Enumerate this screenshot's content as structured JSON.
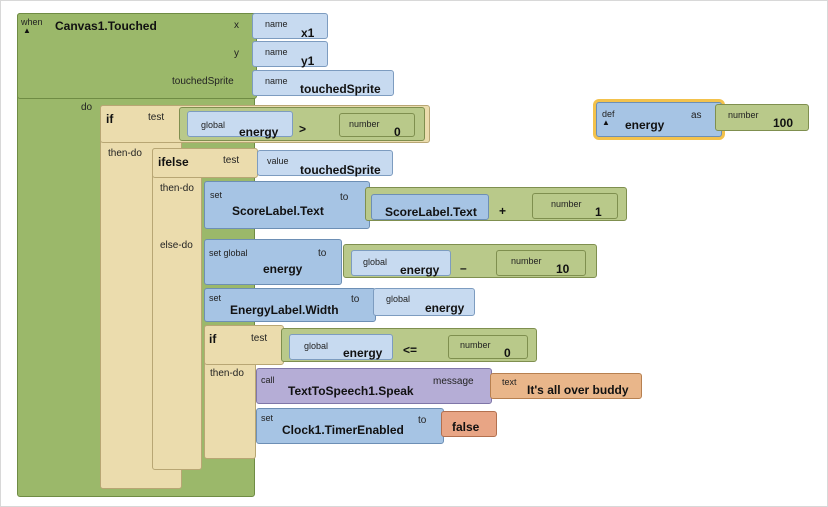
{
  "event": {
    "when_label": "when",
    "name": "Canvas1.Touched",
    "params": [
      {
        "label": "x",
        "kw": "name",
        "value": "x1"
      },
      {
        "label": "y",
        "kw": "name",
        "value": "y1"
      },
      {
        "label": "touchedSprite",
        "kw": "name",
        "value": "touchedSprite"
      }
    ],
    "do_label": "do"
  },
  "if1": {
    "keyword": "if",
    "test_label": "test",
    "then_label": "then-do",
    "cond": {
      "kw": "global",
      "var": "energy",
      "op": ">",
      "num_kw": "number",
      "num": "0"
    }
  },
  "ifelse": {
    "keyword": "ifelse",
    "test_label": "test",
    "test_kw": "value",
    "test_value": "touchedSprite",
    "then_label": "then-do",
    "else_label": "else-do"
  },
  "set_score": {
    "kw": "set",
    "target": "ScoreLabel.Text",
    "to": "to",
    "lhs": "ScoreLabel.Text",
    "op": "+",
    "num_kw": "number",
    "num": "1"
  },
  "set_energy": {
    "kw": "set global",
    "target": "energy",
    "to": "to",
    "lhs_kw": "global",
    "lhs": "energy",
    "op": "–",
    "num_kw": "number",
    "num": "10"
  },
  "set_width": {
    "kw": "set",
    "target": "EnergyLabel.Width",
    "to": "to",
    "val_kw": "global",
    "val": "energy"
  },
  "if2": {
    "keyword": "if",
    "test_label": "test",
    "then_label": "then-do",
    "cond": {
      "kw": "global",
      "var": "energy",
      "op": "<=",
      "num_kw": "number",
      "num": "0"
    }
  },
  "call_speak": {
    "kw": "call",
    "target": "TextToSpeech1.Speak",
    "arg_label": "message",
    "text_kw": "text",
    "text": "It's all over buddy"
  },
  "set_timer": {
    "kw": "set",
    "target": "Clock1.TimerEnabled",
    "to": "to",
    "value": "false"
  },
  "def": {
    "kw": "def",
    "name": "energy",
    "as": "as",
    "num_kw": "number",
    "num": "100"
  },
  "colors": {
    "event": "#9bb86a",
    "control": "#ebdcad",
    "component": "#a6c4e4",
    "math": "#b9c98a",
    "call": "#b5add6",
    "text": "#e9b68a",
    "logic": "#e8a585",
    "selected_outline": "#f3c24c"
  }
}
